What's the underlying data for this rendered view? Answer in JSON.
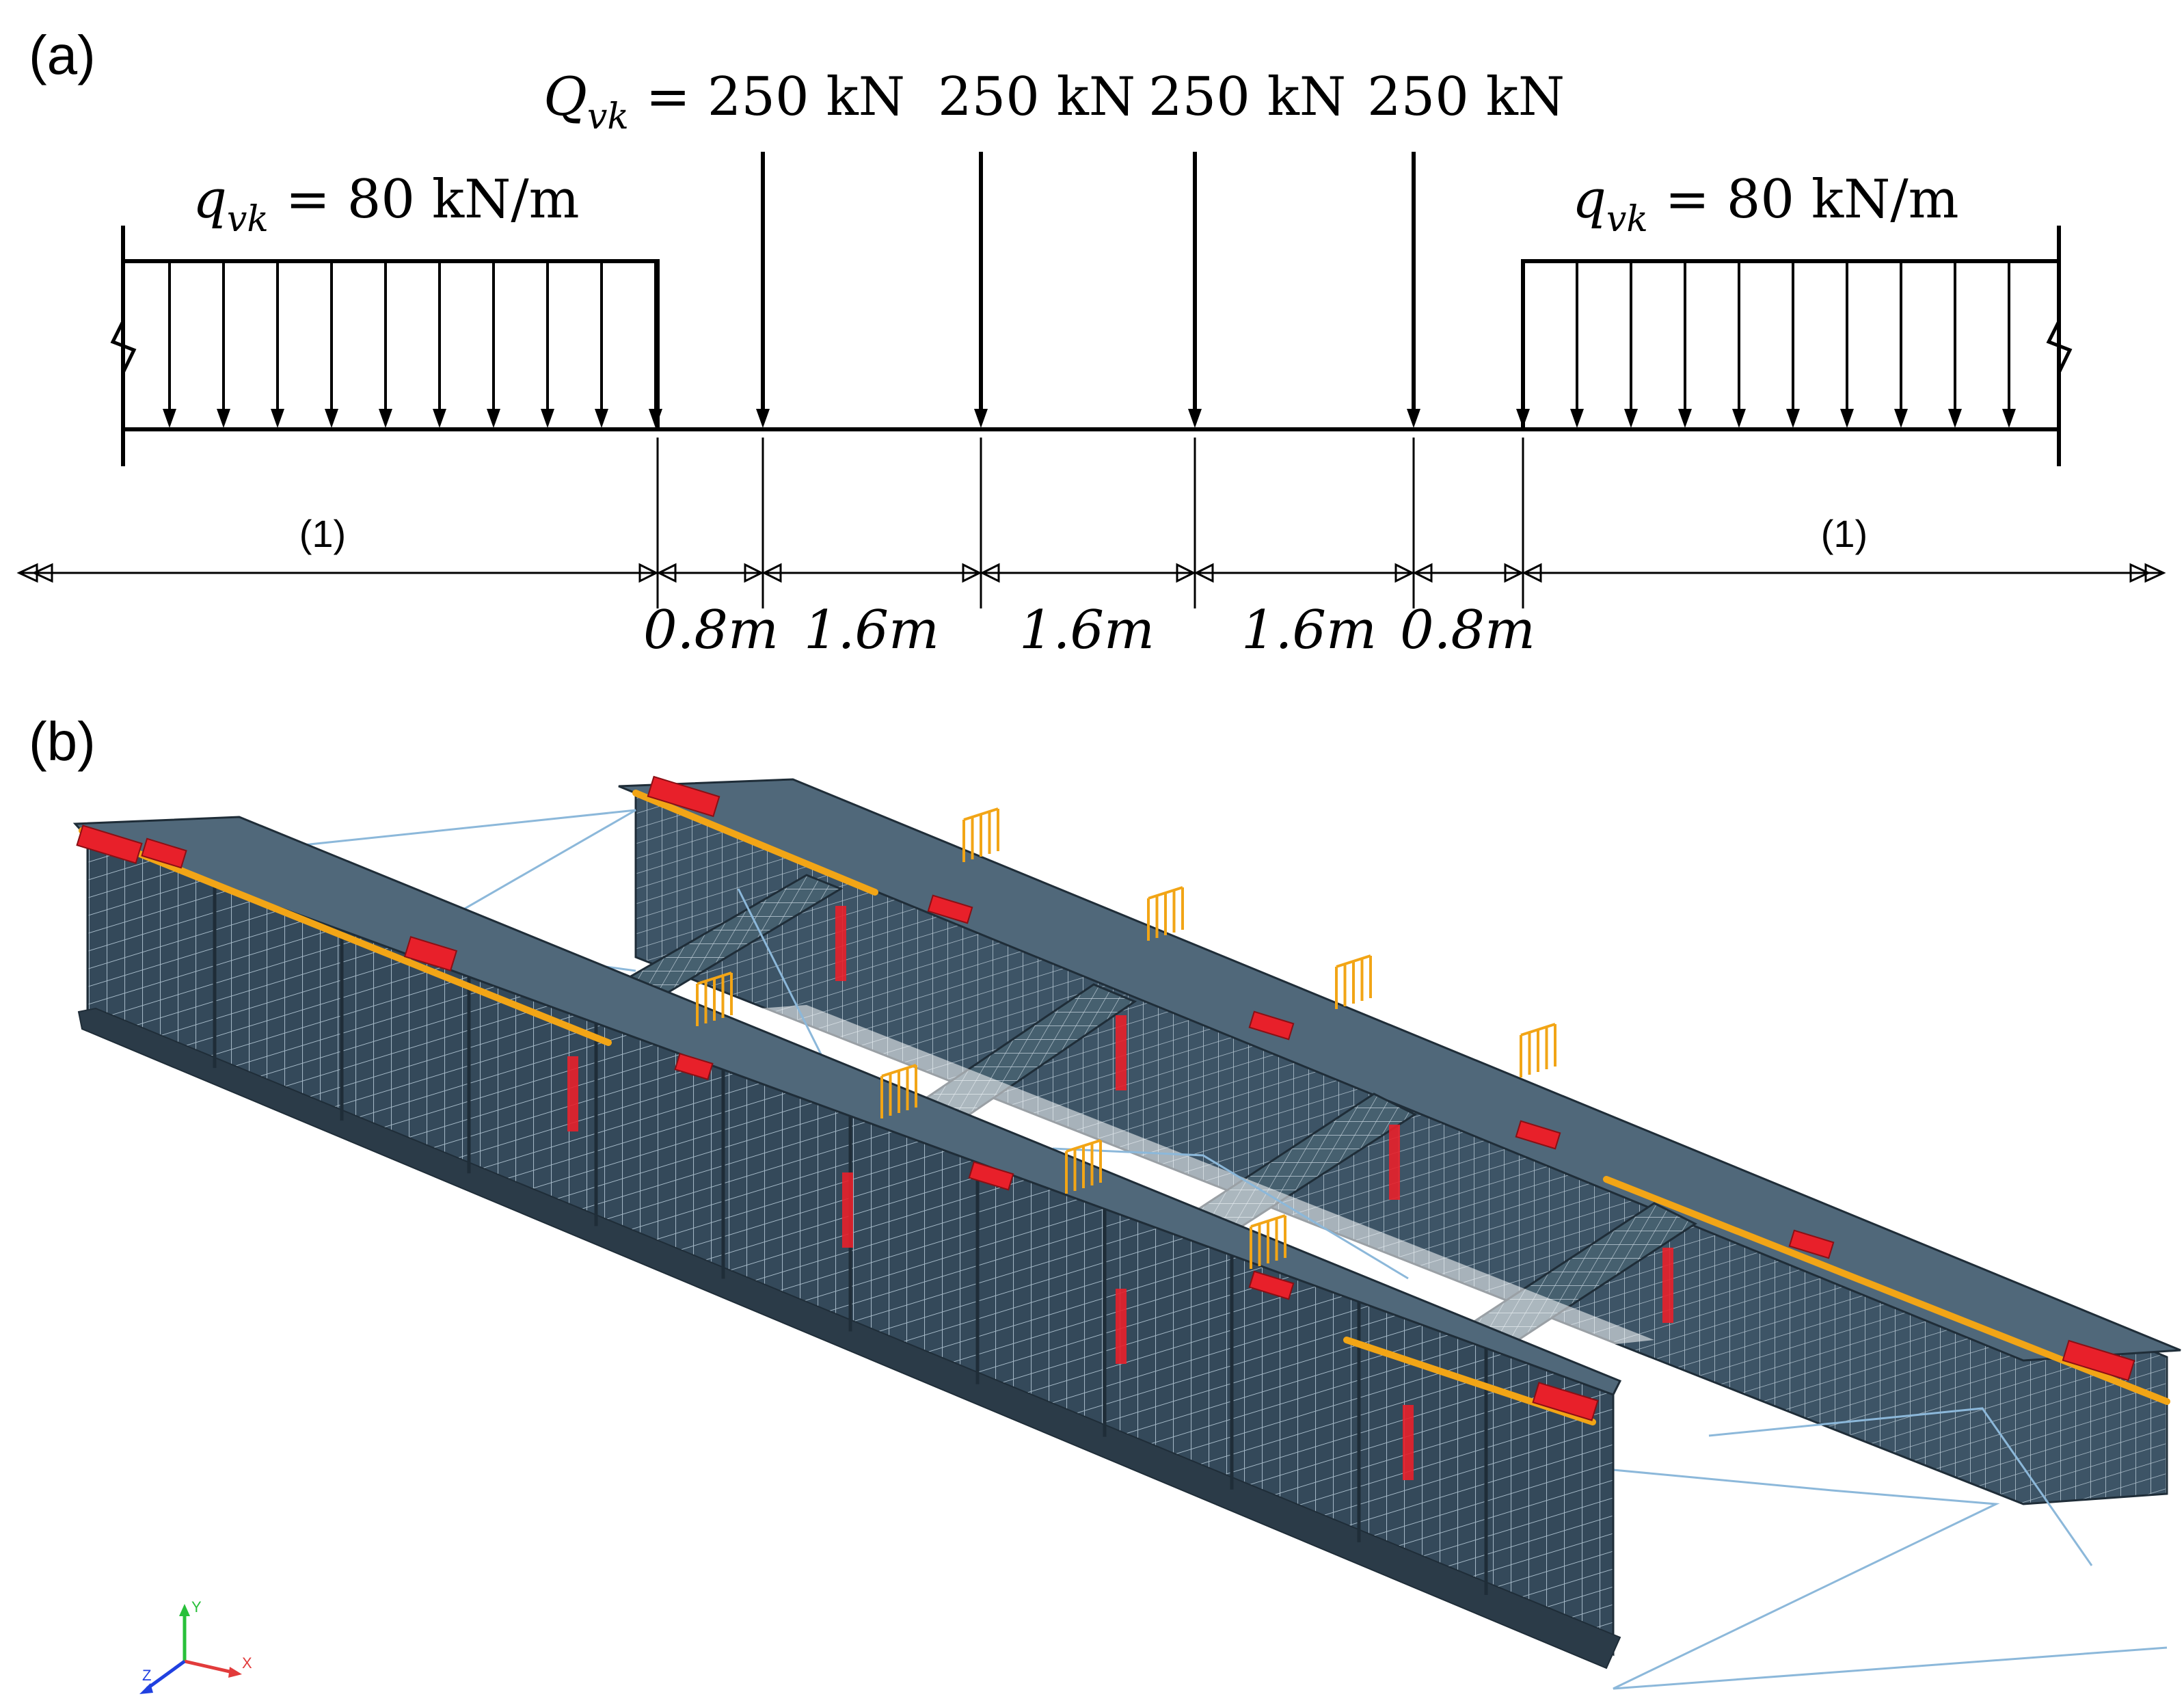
{
  "panel_a": {
    "label": "(a)",
    "udl_left": {
      "sym": "q",
      "sub": "vk",
      "rest": " = 80 kN/m"
    },
    "udl_right": {
      "sym": "q",
      "sub": "vk",
      "rest": " = 80 kN/m"
    },
    "point_loads": [
      {
        "sym": "Q",
        "sub": "vk",
        "rest": " = 250 kN"
      },
      {
        "text": "250 kN"
      },
      {
        "text": "250 kN"
      },
      {
        "text": "250 kN"
      }
    ],
    "region_left": "(1)",
    "region_right": "(1)",
    "dims": [
      "0.8m",
      "1.6m",
      "1.6m",
      "1.6m",
      "0.8m"
    ]
  },
  "panel_b": {
    "label": "(b)",
    "axes": {
      "x": "X",
      "y": "Y",
      "z": "Z"
    }
  },
  "colors": {
    "mesh": "#34495a",
    "mesh_line": "#9bb0bf",
    "support": "#e8202a",
    "load_marker": "#f2a516",
    "bracing": "#8cb8da"
  }
}
